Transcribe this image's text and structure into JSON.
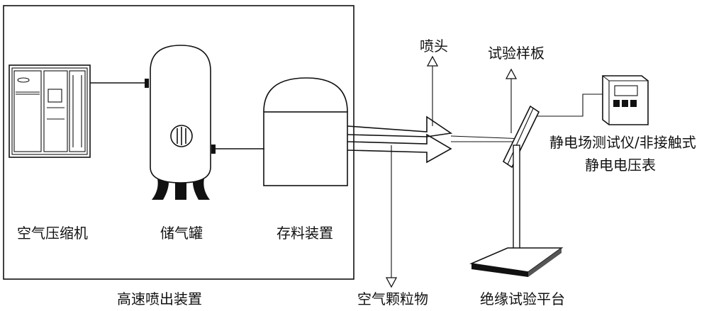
{
  "labels": {
    "compressor": "空气压缩机",
    "tank": "储气罐",
    "storage": "存料装置",
    "spray_device": "高速喷出装置",
    "nozzle": "喷头",
    "test_plate": "试验样板",
    "meter_line1": "静电场测试仪/非接触式",
    "meter_line2": "静电电压表",
    "particles": "空气颗粒物",
    "platform": "绝缘试验平台"
  }
}
